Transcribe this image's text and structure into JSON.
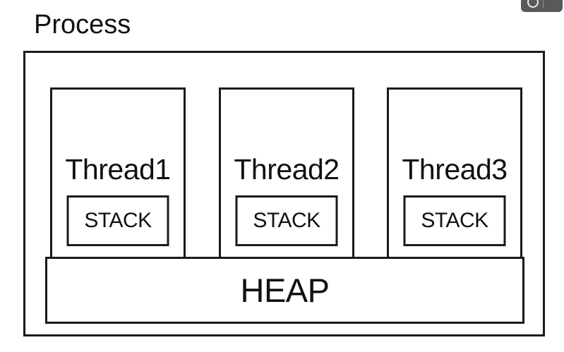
{
  "diagram": {
    "title": "Process",
    "threads": [
      {
        "label": "Thread1",
        "stack_label": "STACK"
      },
      {
        "label": "Thread2",
        "stack_label": "STACK"
      },
      {
        "label": "Thread3",
        "stack_label": "STACK"
      }
    ],
    "heap_label": "HEAP"
  },
  "overlay_toolbar": {
    "icons": [
      "partial-circle-icon"
    ],
    "background_color": "#59595b",
    "divider_color": "#8a8a8d",
    "icon_color": "#ececec"
  },
  "colors": {
    "background": "#ffffff",
    "line": "#1a1a1a",
    "text": "#111111"
  }
}
